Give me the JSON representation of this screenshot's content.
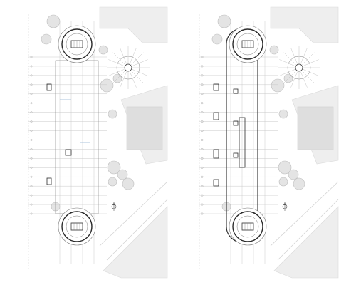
{
  "drawing": {
    "colors": {
      "background": "#ffffff",
      "context": "#eeeeee",
      "context_edge": "#d9d9d9",
      "tree": "#e4e4e4",
      "tree_edge": "#bdbdbd",
      "grid": "#c9c9c9",
      "wall": "#2b2b2b",
      "line": "#7a7a7a",
      "accent": "#9ab7d3"
    },
    "panels": [
      {
        "name": "plan-left",
        "axis_count": 18,
        "column_count": 4,
        "rotunda_count": 2,
        "pavilion": "radial",
        "variant": "open"
      },
      {
        "name": "plan-right",
        "axis_count": 18,
        "column_count": 4,
        "rotunda_count": 2,
        "pavilion": "radial",
        "variant": "enclosed"
      }
    ],
    "icons": [
      "north-arrow-icon",
      "section-marker-icon"
    ]
  }
}
